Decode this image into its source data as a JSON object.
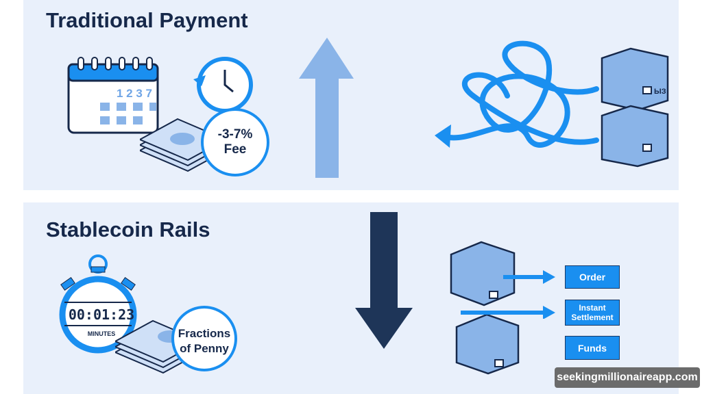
{
  "sections": {
    "traditional": {
      "title": "Traditional Payment",
      "calendar_digits": "1 2 3 7",
      "fee_line1": "-3-7%",
      "fee_line2": "Fee",
      "box_marks": "ЫЗ"
    },
    "stablecoin": {
      "title": "Stablecoin Rails",
      "timer": "00:01:23",
      "timer_unit": "MINUTES",
      "cost_line1": "Fractions",
      "cost_line2": "of Penny",
      "flow_labels": [
        "Order",
        "Instant Settlement",
        "Funds"
      ]
    }
  },
  "watermark": "seekingmillionaireapp.com",
  "colors": {
    "panel": "#e9f0fb",
    "navy": "#16284a",
    "accent": "#1a8ff0",
    "arrow_up": "#8ab4e8",
    "arrow_down": "#1e3558"
  }
}
